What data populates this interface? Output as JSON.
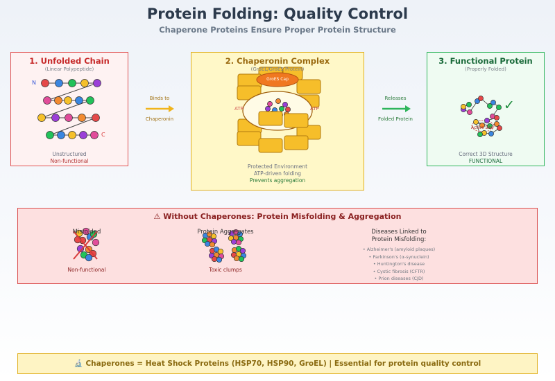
{
  "header": {
    "title": "Protein Folding: Quality Control",
    "subtitle": "Chaperone Proteins Ensure Proper Protein Structure"
  },
  "unfolded": {
    "title": "1. Unfolded Chain",
    "subtitle": "(Linear Polypeptide)",
    "n_label": "N",
    "c_label": "C",
    "status_1": "Unstructured",
    "status_2": "Non-functional"
  },
  "arrow_in": {
    "label_top": "Binds to",
    "label_bottom": "Chaperonin",
    "color": "#f0b41c"
  },
  "chaperonin": {
    "title": "2. Chaperonin Complex",
    "subtitle": "(GroEL/GroES Protein)",
    "cap_label": "GroES Cap",
    "atp_left": "ATP",
    "atp_right": "ATP",
    "desc_1": "Protected Environment",
    "desc_2": "ATP-driven folding",
    "desc_3": "Prevents aggregation"
  },
  "arrow_out": {
    "label_top": "Releases",
    "label_bottom": "Folded Protein",
    "color": "#2fb55c"
  },
  "folded": {
    "title": "3. Functional Protein",
    "subtitle": "(Properly Folded)",
    "check": "✓",
    "site_label": "Active Site",
    "status_1": "Correct 3D Structure",
    "status_2": "FUNCTIONAL"
  },
  "misfold": {
    "title": "⚠ Without Chaperones: Protein Misfolding & Aggregation",
    "misfolded_label": "Misfolded",
    "misfolded_caption": "Non-functional",
    "aggregates_label": "Protein Aggregates",
    "aggregates_caption": "Toxic clumps",
    "diseases_title_1": "Diseases Linked to",
    "diseases_title_2": "Protein Misfolding:",
    "diseases": [
      "• Alzheimer's (amyloid plaques)",
      "• Parkinson's (α-synuclein)",
      "• Huntington's disease",
      "• Cystic fibrosis (CFTR)",
      "• Prion diseases (CJD)"
    ]
  },
  "footer": {
    "text": "🔬 Chaperones = Heat Shock Proteins (HSP70, HSP90, GroEL) | Essential for protein quality control"
  },
  "colors": {
    "red": "#e54848",
    "blue": "#3a86e0",
    "green": "#22c25a",
    "yellow": "#f5c02a",
    "purple": "#9b3fd8",
    "pink": "#e14c9a",
    "orange": "#f28a30"
  }
}
